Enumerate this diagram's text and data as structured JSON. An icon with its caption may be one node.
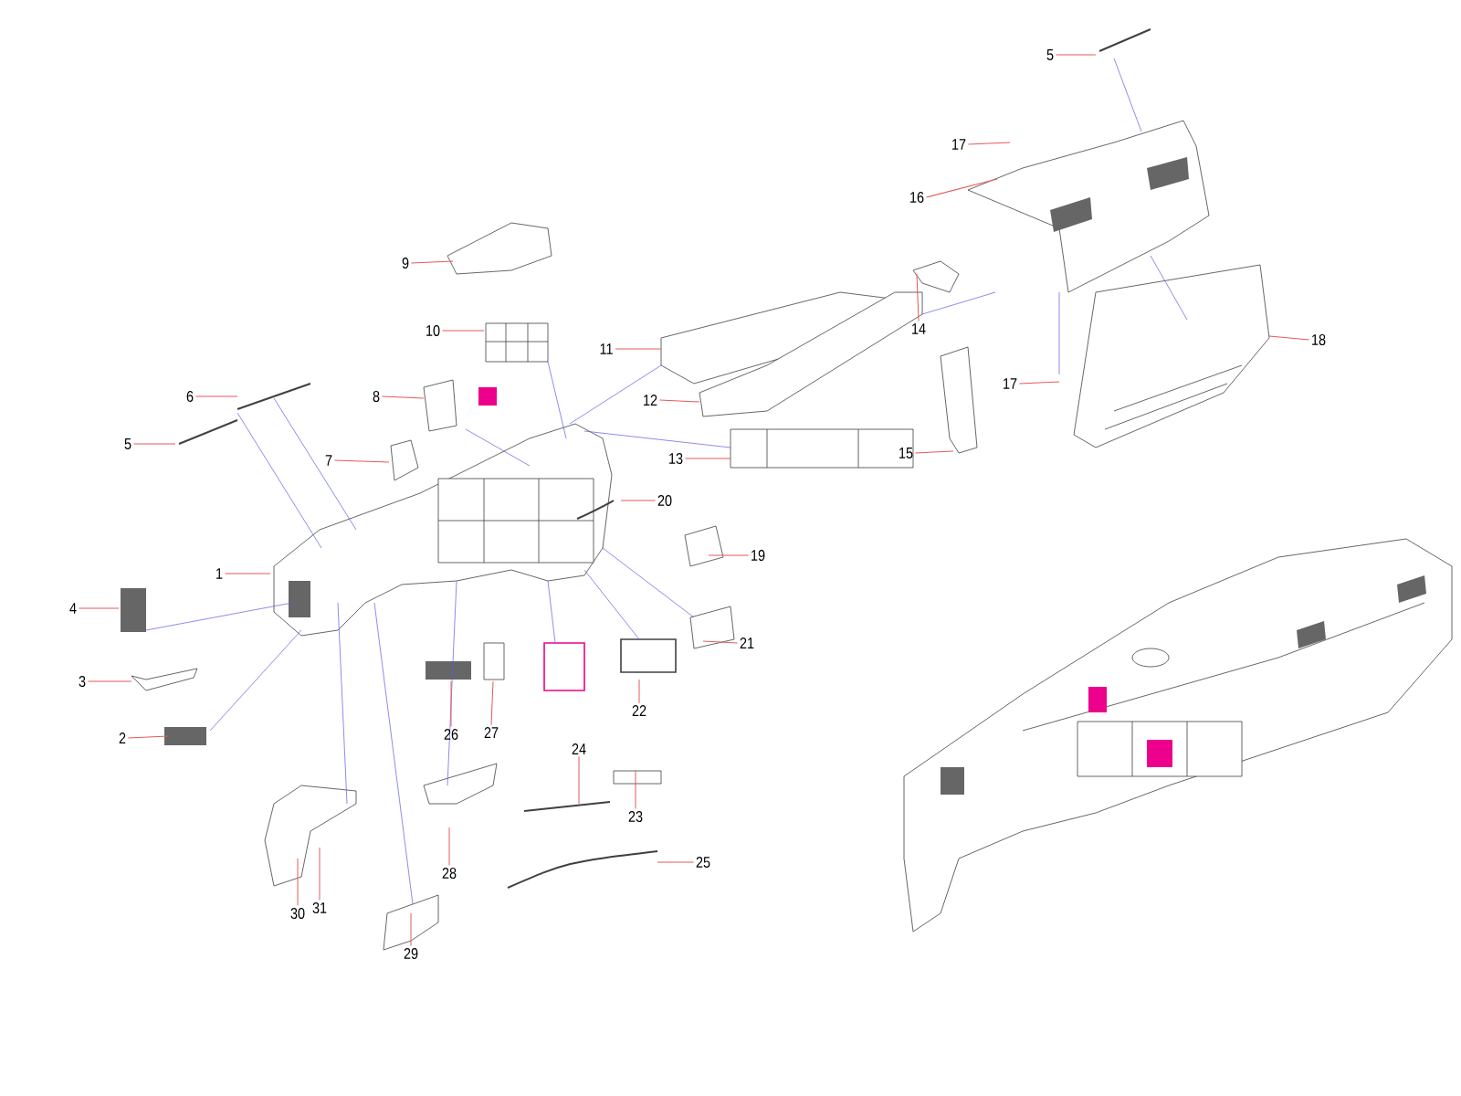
{
  "diagram": {
    "nodes": [
      {
        "text": [
          "5"
        ]
      },
      {
        "text": [
          "17"
        ]
      },
      {
        "text": [
          "16"
        ]
      },
      {
        "text": [
          "9"
        ]
      },
      {
        "text": [
          "14"
        ]
      },
      {
        "text": [
          "10"
        ]
      },
      {
        "text": [
          "18"
        ]
      },
      {
        "text": [
          "11"
        ]
      },
      {
        "text": [
          "17"
        ]
      },
      {
        "text": [
          "6"
        ]
      },
      {
        "text": [
          "12"
        ]
      },
      {
        "text": [
          "8"
        ]
      },
      {
        "text": [
          "7"
        ]
      },
      {
        "text": [
          "5"
        ]
      },
      {
        "text": [
          "15"
        ]
      },
      {
        "text": [
          "13"
        ]
      },
      {
        "text": [
          "20"
        ]
      },
      {
        "text": [
          "19"
        ]
      },
      {
        "text": [
          "1"
        ]
      },
      {
        "text": [
          "4"
        ]
      },
      {
        "text": [
          "21"
        ]
      },
      {
        "text": [
          "3"
        ]
      },
      {
        "text": [
          "22"
        ]
      },
      {
        "text": [
          "27"
        ]
      },
      {
        "text": [
          "26"
        ]
      },
      {
        "text": [
          "2"
        ]
      },
      {
        "text": [
          "24"
        ]
      },
      {
        "text": [
          "23"
        ]
      },
      {
        "text": [
          "25"
        ]
      },
      {
        "text": [
          "28"
        ]
      },
      {
        "text": [
          "31"
        ]
      },
      {
        "text": [
          "30"
        ]
      },
      {
        "text": [
          "29"
        ]
      }
    ],
    "edges": [
      {
        "from": 0,
        "to": null,
        "arrow": "none"
      },
      {
        "from": 1,
        "to": null,
        "arrow": "none"
      },
      {
        "from": 2,
        "to": null,
        "arrow": "none"
      },
      {
        "from": 3,
        "to": null,
        "arrow": "none"
      },
      {
        "from": 4,
        "to": null,
        "arrow": "none"
      },
      {
        "from": 5,
        "to": null,
        "arrow": "none"
      },
      {
        "from": 6,
        "to": null,
        "arrow": "none"
      },
      {
        "from": 7,
        "to": null,
        "arrow": "none"
      },
      {
        "from": 8,
        "to": null,
        "arrow": "none"
      },
      {
        "from": 9,
        "to": null,
        "arrow": "none"
      },
      {
        "from": 10,
        "to": null,
        "arrow": "none"
      },
      {
        "from": 11,
        "to": null,
        "arrow": "none"
      },
      {
        "from": 12,
        "to": null,
        "arrow": "none"
      },
      {
        "from": 13,
        "to": null,
        "arrow": "none"
      },
      {
        "from": 14,
        "to": null,
        "arrow": "none"
      },
      {
        "from": 15,
        "to": null,
        "arrow": "none"
      },
      {
        "from": 16,
        "to": null,
        "arrow": "none"
      },
      {
        "from": 17,
        "to": null,
        "arrow": "none"
      },
      {
        "from": 18,
        "to": null,
        "arrow": "none"
      },
      {
        "from": 19,
        "to": null,
        "arrow": "none"
      },
      {
        "from": 20,
        "to": null,
        "arrow": "none"
      },
      {
        "from": 21,
        "to": null,
        "arrow": "none"
      },
      {
        "from": 22,
        "to": null,
        "arrow": "none"
      },
      {
        "from": 23,
        "to": null,
        "arrow": "none"
      },
      {
        "from": 24,
        "to": null,
        "arrow": "none"
      },
      {
        "from": 25,
        "to": null,
        "arrow": "none"
      },
      {
        "from": 26,
        "to": null,
        "arrow": "none"
      },
      {
        "from": 27,
        "to": null,
        "arrow": "none"
      },
      {
        "from": 28,
        "to": null,
        "arrow": "none"
      },
      {
        "from": 29,
        "to": null,
        "arrow": "none"
      },
      {
        "from": 30,
        "to": null,
        "arrow": "none"
      },
      {
        "from": 31,
        "to": null,
        "arrow": "none"
      },
      {
        "from": 32,
        "to": null,
        "arrow": "none"
      }
    ]
  }
}
